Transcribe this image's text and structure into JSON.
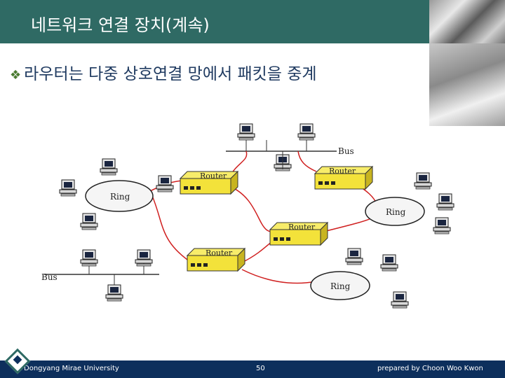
{
  "header": {
    "title": "네트워크 연결 장치(계속)"
  },
  "bullet": {
    "icon": "diamond-bullet-icon",
    "text": "라우터는 다중 상호연결 망에서 패킷을 중계"
  },
  "diagram": {
    "bus_top_label": "Bus",
    "bus_bottom_label": "Bus",
    "ring_labels": [
      "Ring",
      "Ring",
      "Ring"
    ],
    "router_label": "Router"
  },
  "footer": {
    "left": "Dongyang Mirae University",
    "page": "50",
    "right": "prepared by Choon Woo Kwon"
  },
  "colors": {
    "header": "#2f6a64",
    "footer": "#0d2f5c",
    "router": "#f3e23a",
    "link": "#d02020"
  }
}
